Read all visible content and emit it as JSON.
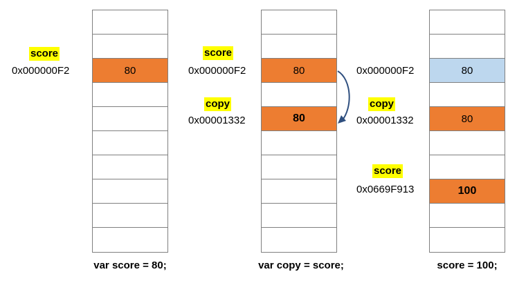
{
  "panels": [
    {
      "caption": "var score = 80;",
      "variables": [
        {
          "name": "score",
          "address": "0x000000F2",
          "value": "80"
        }
      ]
    },
    {
      "caption": "var copy = score;",
      "variables": [
        {
          "name": "score",
          "address": "0x000000F2",
          "value": "80"
        },
        {
          "name": "copy",
          "address": "0x00001332",
          "value": "80"
        }
      ]
    },
    {
      "caption": "score = 100;",
      "variables": [
        {
          "name": "",
          "address": "0x000000F2",
          "value": "80"
        },
        {
          "name": "copy",
          "address": "0x00001332",
          "value": "80"
        },
        {
          "name": "score",
          "address": "0x0669F913",
          "value": "100"
        }
      ]
    }
  ],
  "colors": {
    "active_cell": "#ed7d31",
    "released_cell": "#bdd7ee",
    "label_highlight": "#ffff00",
    "arrow": "#2f4f7f"
  }
}
